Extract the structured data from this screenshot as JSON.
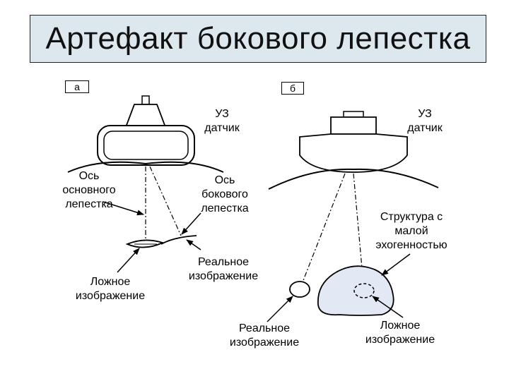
{
  "title": "Артефакт бокового лепестка",
  "panel_a": {
    "tag": "а",
    "probe_line1": "УЗ",
    "probe_line2": "датчик",
    "main_axis_1": "Ось",
    "main_axis_2": "основного",
    "main_axis_3": "лепестка",
    "side_axis_1": "Ось",
    "side_axis_2": "бокового",
    "side_axis_3": "лепестка",
    "real_1": "Реальное",
    "real_2": "изображение",
    "false_1": "Ложное",
    "false_2": "изображение"
  },
  "panel_b": {
    "tag": "б",
    "probe_line1": "УЗ",
    "probe_line2": "датчик",
    "struct_1": "Структура с",
    "struct_2": "малой",
    "struct_3": "эхогенностью",
    "real_1": "Реальное",
    "real_2": "изображение",
    "false_1": "Ложное",
    "false_2": "изображение"
  },
  "colors": {
    "title_bg": "#dde8ee",
    "structure_fill": "#e3e8f5"
  }
}
